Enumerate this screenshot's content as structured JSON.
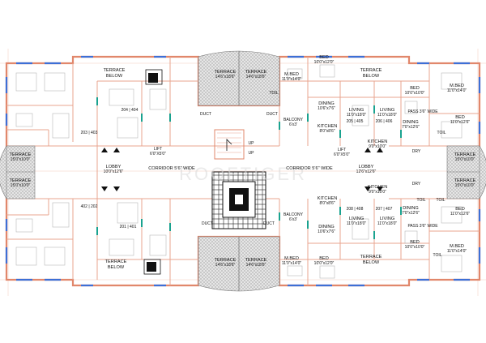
{
  "watermark": "ROOFTIGER",
  "north_west": {
    "terrace_below": "TERRACE\nBELOW",
    "units": [
      "204 | 404",
      "203 | 403"
    ],
    "lift": "LIFT",
    "lift_size": "6'0\"X5'0\"",
    "lobby": "LOBBY",
    "lobby_size": "10'0\"x12'6\""
  },
  "south_west": {
    "terrace_below": "TERRACE\nBELOW",
    "units": [
      "402 | 202",
      "201 | 401"
    ]
  },
  "west_terraces": [
    {
      "name": "TERRACE",
      "size": "15'0\"x10'0\""
    },
    {
      "name": "TERRACE",
      "size": "15'0\"x10'0\""
    }
  ],
  "top_center": {
    "terrace_left": {
      "name": "TERRACE",
      "size": "14'6\"x18'6\""
    },
    "terrace_right": {
      "name": "TERRACE",
      "size": "14'6\"x18'6\""
    },
    "duct_left": "DUCT",
    "duct_right": "DUCT"
  },
  "bottom_center": {
    "terrace_left": {
      "name": "TERRACE",
      "size": "14'6\"x18'6\""
    },
    "terrace_right": {
      "name": "TERRACE",
      "size": "14'6\"x18'6\""
    },
    "duct_left": "DUCT",
    "duct_right": "DUCT"
  },
  "corridors": [
    {
      "name": "CORRIDOR",
      "size": "5'6\" WIDE"
    },
    {
      "name": "CORRIDOR",
      "size": "5'6\" WIDE"
    }
  ],
  "center_lift": {
    "name": "LIFT",
    "size": "6'0\"X5'0\""
  },
  "east_lobby": {
    "name": "LOBBY",
    "size": "12'6\"x12'6\""
  },
  "north_east": {
    "mbed_a": {
      "name": "M.BED",
      "size": "11'0\"x14'0\""
    },
    "bed_a": {
      "name": "BED",
      "size": "10'0\"x12'0\""
    },
    "terrace_below": "TERRACE\nBELOW",
    "toil_a": "TOIL",
    "dining_a": {
      "name": "DINING",
      "size": "10'6\"x7'6\""
    },
    "living_a": {
      "name": "LIVING",
      "size": "11'0\"x18'0\""
    },
    "living_b": {
      "name": "LIVING",
      "size": "11'0\"x18'0\""
    },
    "dining_b": {
      "name": "DINING",
      "size": "7'0\"x12'6\""
    },
    "balcony": {
      "name": "BALCONY",
      "size": "6'x3'"
    },
    "kitchen_a": {
      "name": "KITCHEN",
      "size": "8'0\"x8'6\""
    },
    "unit_a": "205 | 405",
    "unit_b": "206 | 406",
    "kitchen_b": {
      "name": "KITCHEN",
      "size": "9'0\"x10'0\""
    },
    "bed_b": {
      "name": "BED",
      "size": "10'0\"x10'0\""
    },
    "mbed_b": {
      "name": "M.BED",
      "size": "11'0\"x14'0\""
    },
    "pass": "PASS  3'6\" WIDE",
    "bed_c": {
      "name": "BED",
      "size": "11'0\"x12'6\""
    },
    "toil_b": "TOIL",
    "dry": "DRY"
  },
  "east_terraces": [
    {
      "name": "TERRACE",
      "size": "15'0\"x10'0\""
    },
    {
      "name": "TERRACE",
      "size": "15'0\"x10'0\""
    }
  ],
  "south_east": {
    "kitchen_c": {
      "name": "KITCHEN",
      "size": "9'0\"x10'0\""
    },
    "kitchen_d": {
      "name": "KITCHEN",
      "size": "8'0\"x8'6\""
    },
    "unit_c": "208 | 408",
    "unit_d": "207 | 407",
    "balcony": {
      "name": "BALCONY",
      "size": "6'x3'"
    },
    "dining_c": {
      "name": "DINING",
      "size": "10'6\"x7'6\""
    },
    "living_c": {
      "name": "LIVING",
      "size": "11'0\"x18'0\""
    },
    "living_d": {
      "name": "LIVING",
      "size": "11'0\"x18'0\""
    },
    "dining_d": {
      "name": "DINING",
      "size": "7'0\"x12'6\""
    },
    "bed_c": {
      "name": "BED",
      "size": "11'0\"x12'6\""
    },
    "pass": "PASS  3'6\" WIDE",
    "mbed_c": {
      "name": "M.BED",
      "size": "11'0\"x14'0\""
    },
    "bed_d": {
      "name": "BED",
      "size": "10'0\"x12'0\""
    },
    "bed_e": {
      "name": "BED",
      "size": "10'0\"x10'0\""
    },
    "mbed_d": {
      "name": "M.BED",
      "size": "11'0\"x14'0\""
    },
    "terrace_below": "TERRACE\nBELOW",
    "toil_c": "TOIL",
    "toil_d": "TOIL",
    "toil_e": "TOIL",
    "dry": "DRY"
  },
  "stair": {
    "up": "UP",
    "dn": "UP"
  }
}
